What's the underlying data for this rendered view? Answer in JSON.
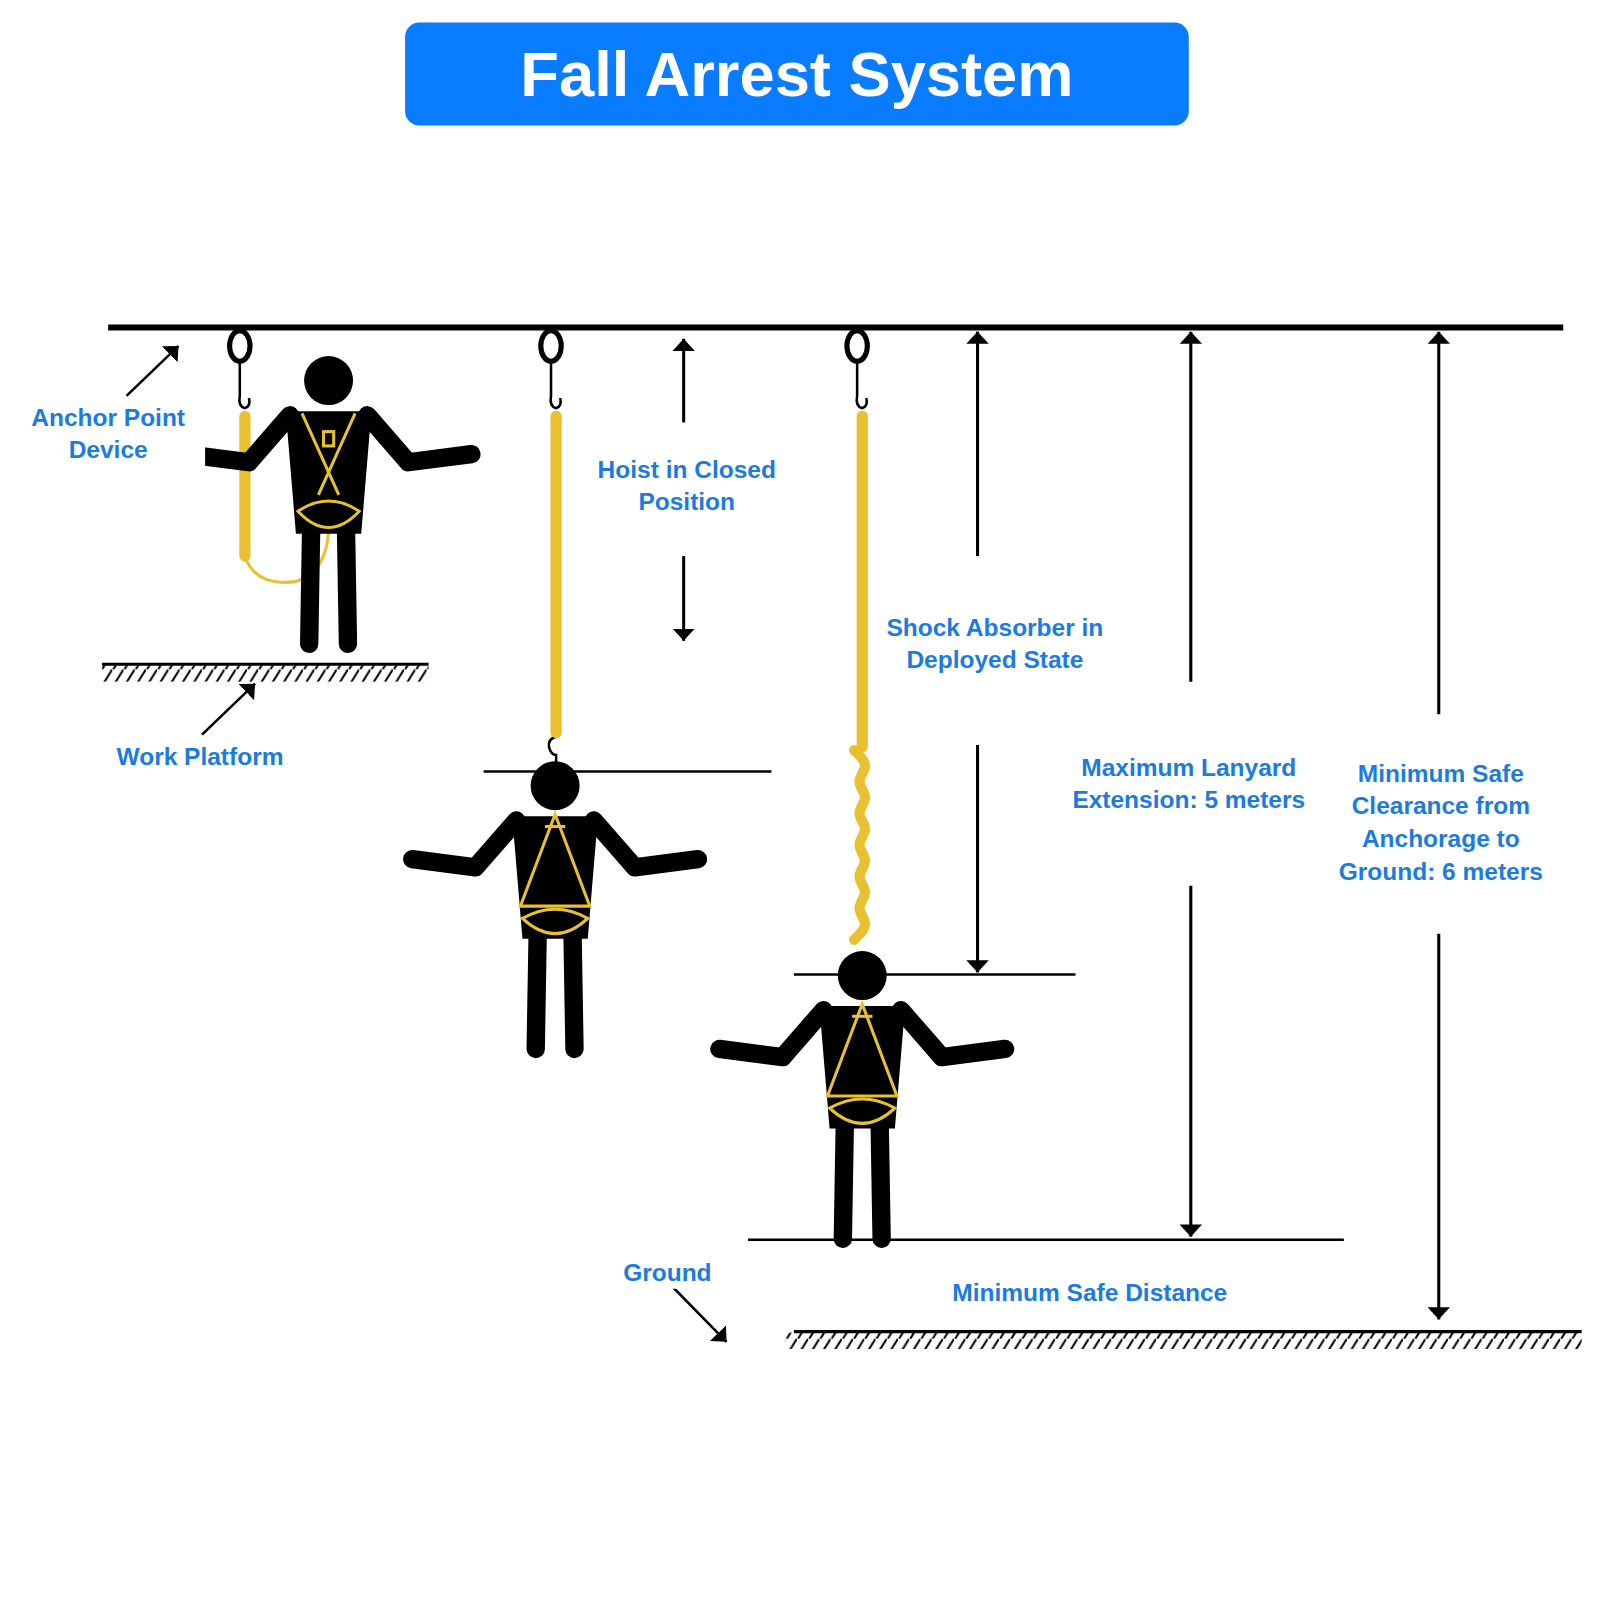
{
  "diagram": {
    "title": "Fall Arrest System",
    "labels": [
      "Anchor Point Device",
      "Work Platform",
      "Hoist in Closed Position",
      "Shock Absorber in Deployed State",
      "Maximum Lanyard Extension: 5 meters",
      "Minimum Safe Clearance from Anchorage to Ground: 6 meters",
      "Ground",
      "Minimum Safe Distance"
    ]
  }
}
